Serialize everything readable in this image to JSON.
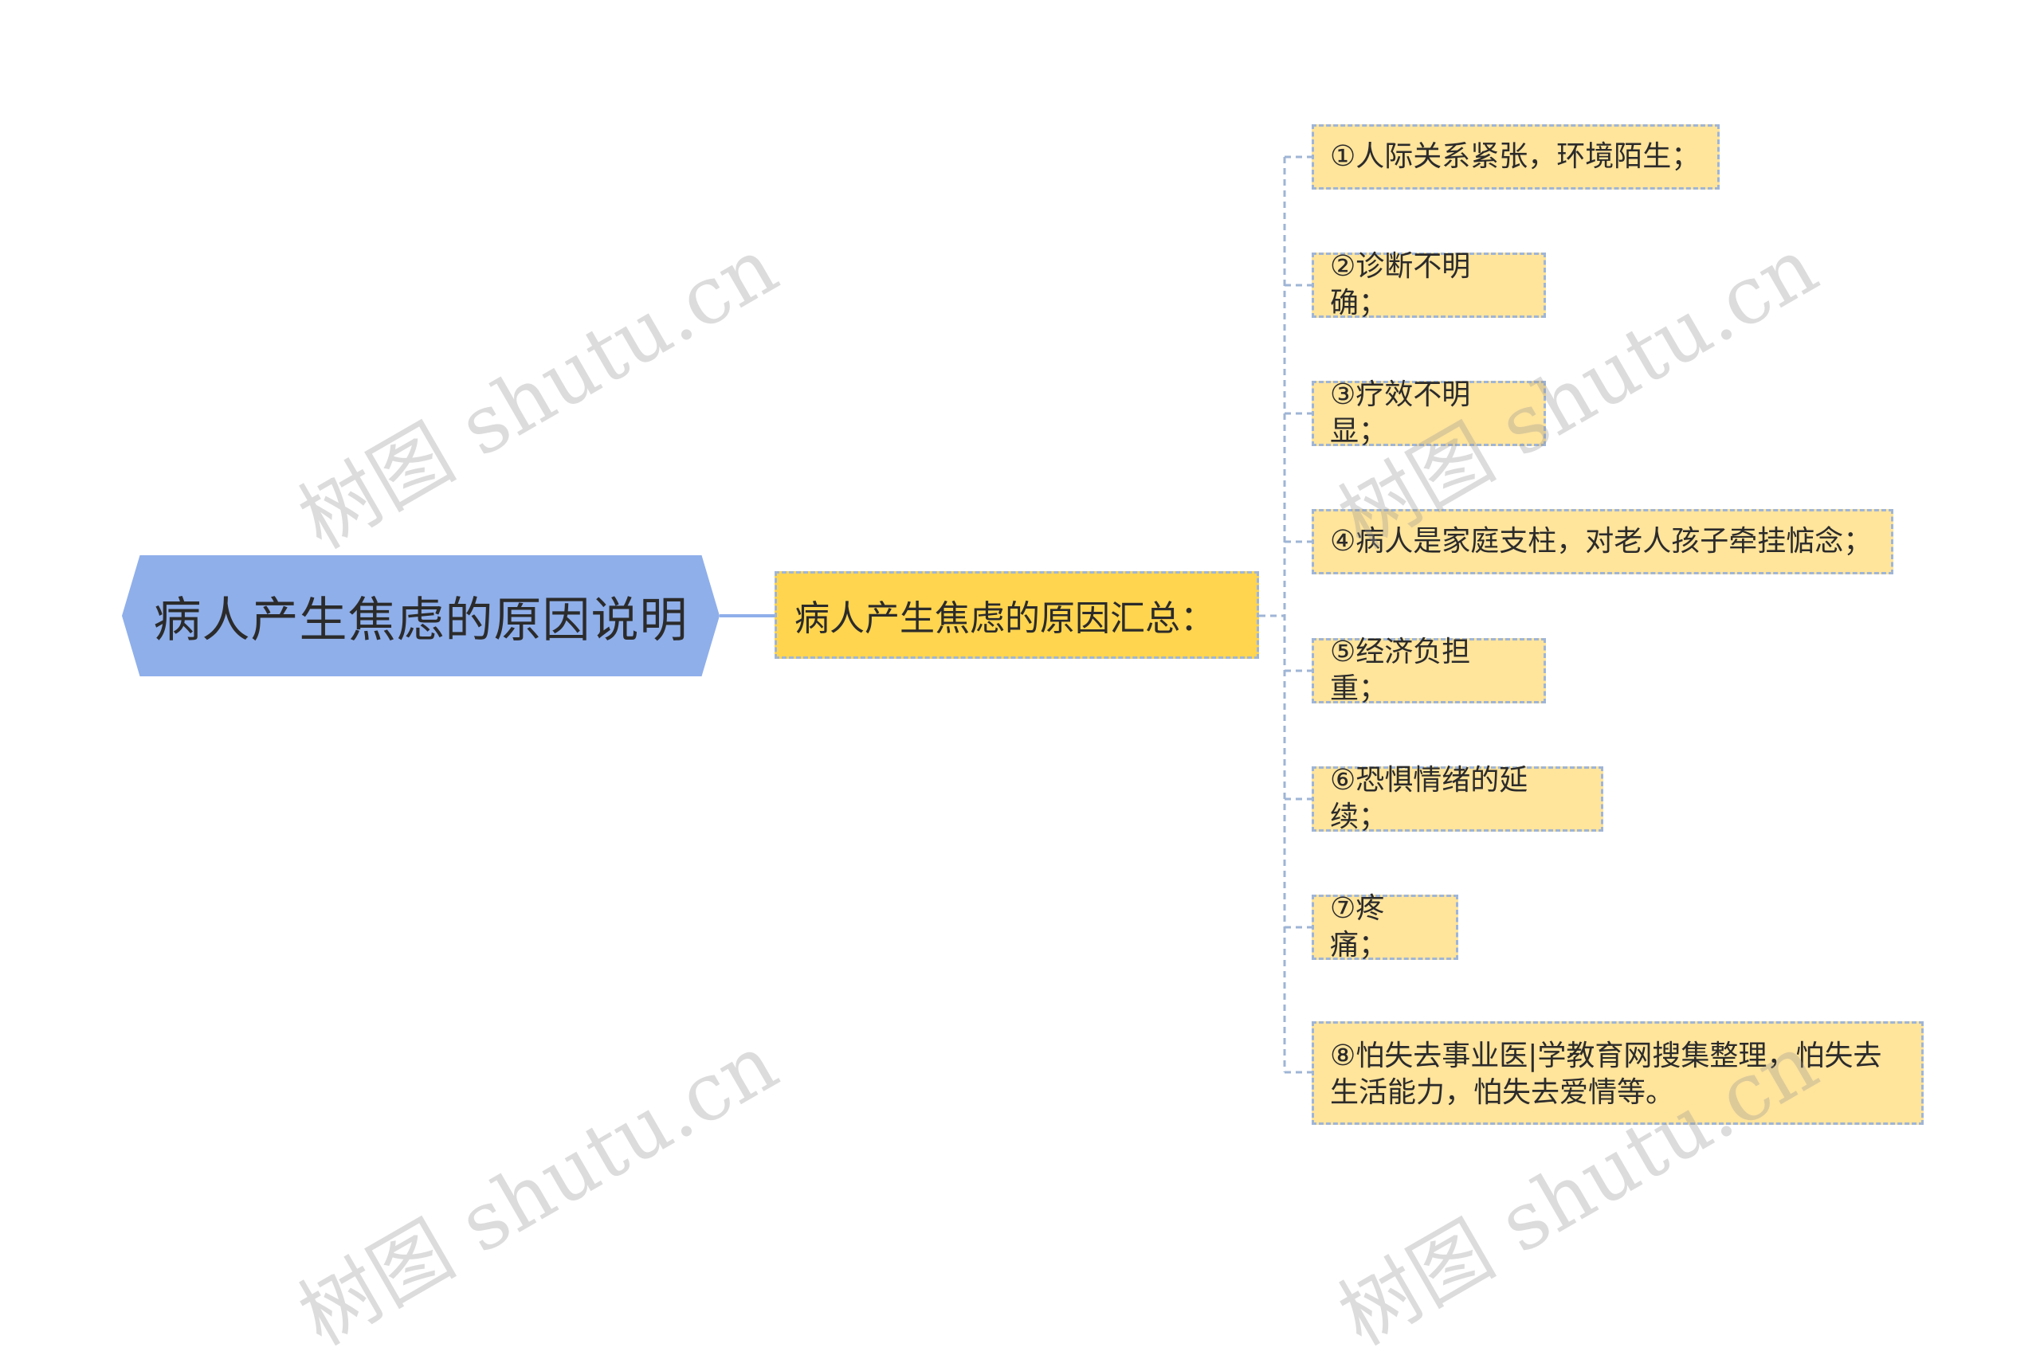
{
  "diagram": {
    "root": {
      "label": "病人产生焦虑的原因说明"
    },
    "summary": {
      "label": "病人产生焦虑的原因汇总："
    },
    "causes": [
      {
        "label": "①人际关系紧张，环境陌生；"
      },
      {
        "label": "②诊断不明确；"
      },
      {
        "label": "③疗效不明显；"
      },
      {
        "label": "④病人是家庭支柱，对老人孩子牵挂惦念；"
      },
      {
        "label": "⑤经济负担重；"
      },
      {
        "label": "⑥恐惧情绪的延续；"
      },
      {
        "label": "⑦疼痛；"
      },
      {
        "label": "⑧怕失去事业医|学教育网搜集整理，怕失去生活能力，怕失去爱情等。"
      }
    ]
  },
  "colors": {
    "root_fill": "#8FAFEA",
    "summary_fill": "#FFD54F",
    "leaf_fill": "#FFE49C",
    "connector": "#9FB5D6"
  },
  "watermarks": [
    {
      "text": "树图 shutu.cn"
    },
    {
      "text": "树图 shutu.cn"
    },
    {
      "text": "树图 shutu.cn"
    },
    {
      "text": "树图 shutu.cn"
    }
  ]
}
